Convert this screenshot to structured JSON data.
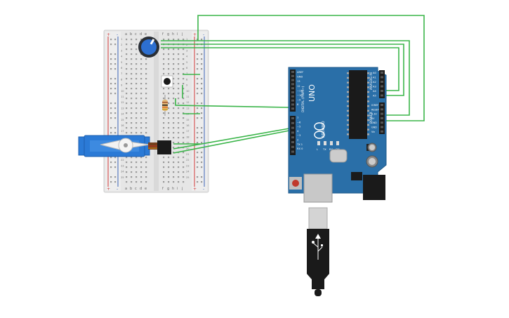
{
  "breadboard": {
    "col_letters_left": [
      "a",
      "b",
      "c",
      "d",
      "e"
    ],
    "col_letters_right": [
      "f",
      "g",
      "h",
      "i",
      "j"
    ],
    "rail_plus": "+",
    "rail_minus": "-",
    "row_numbers": [
      "1",
      "2",
      "3",
      "4",
      "5",
      "6",
      "7",
      "8",
      "9",
      "10",
      "11",
      "12",
      "13",
      "14",
      "15",
      "16",
      "17",
      "18",
      "19",
      "20",
      "21",
      "22",
      "23",
      "24",
      "25"
    ]
  },
  "arduino": {
    "model": "UNO",
    "brand": "ARDUINO",
    "digital_label": "DIGITAL (PWM~)",
    "power_label": "POWER",
    "analog_label": "ANALOG IN",
    "header_top_labels": [
      "AREF",
      "GND",
      "13",
      "12",
      "~11",
      "~10",
      "~9",
      "8"
    ],
    "header_mid_labels": [
      "7",
      "~6",
      "~5",
      "4",
      "~3",
      "2",
      "TX 1",
      "RX 0"
    ],
    "power_pins": [
      "IOREF",
      "RESET",
      "3.3V",
      "5V",
      "GND",
      "GND",
      "Vin"
    ],
    "analog_pins": [
      "A0",
      "A1",
      "A2",
      "A3",
      "A4",
      "A5"
    ],
    "leds": [
      "L",
      "TX",
      "RX",
      "ON"
    ]
  },
  "colors": {
    "wire": "#3bb54a",
    "board": "#2a6fa8",
    "breadboard": "#e8e8e8",
    "servo": "#2b7ad6",
    "usb_cable": "#1a1a1a"
  },
  "components": {
    "potentiometer": "potentiometer",
    "button": "pushbutton",
    "resistor": "resistor",
    "servo": "micro-servo"
  }
}
